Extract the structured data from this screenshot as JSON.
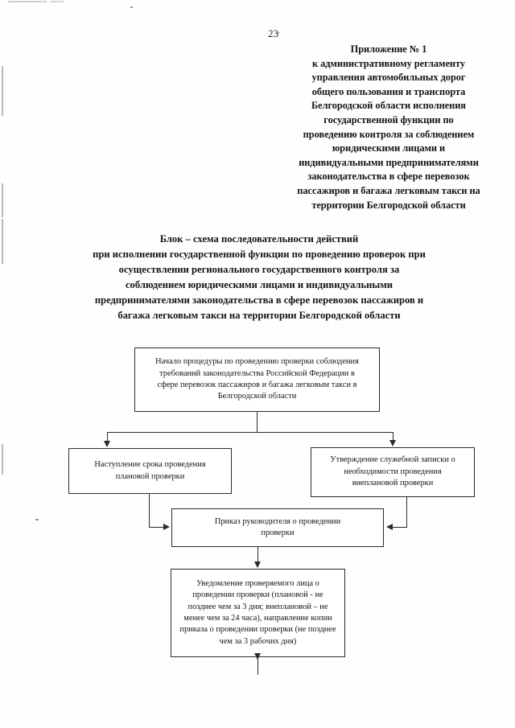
{
  "document": {
    "page_number": "23",
    "appendix_header": [
      "Приложение № 1",
      "к административному регламенту",
      "управления автомобильных дорог",
      "общего пользования и транспорта",
      "Белгородской области исполнения",
      "государственной функции по",
      "проведению контроля за соблюдением",
      "юридическими лицами и",
      "индивидуальными предпринимателями",
      "законодательства в сфере перевозок",
      "пассажиров и багажа легковым такси на",
      "территории Белгородской области"
    ],
    "title": [
      "Блок – схема последовательности действий",
      "при исполнении государственной функции по проведению проверок при",
      "осуществлении регионального государственного контроля за",
      "соблюдением юридическими лицами и индивидуальными",
      "предпринимателями законодательства в сфере перевозок пассажиров и",
      "багажа легковым такси на территории Белгородской области"
    ]
  },
  "flowchart": {
    "type": "flowchart",
    "nodes": [
      {
        "id": "start",
        "name": "start-of-procedure",
        "lines": [
          "Начало процедуры по проведению проверки соблюдения",
          "требований законодательства Российской Федерации в",
          "сфере перевозок пассажиров и багажа легковым такси в",
          "Белгородской области"
        ]
      },
      {
        "id": "planned",
        "name": "planned-inspection-due-date",
        "lines": [
          "Наступление срока  проведения",
          "плановой проверки"
        ]
      },
      {
        "id": "unplanned",
        "name": "unplanned-inspection-memo-approval",
        "lines": [
          "Утверждение служебной записки о",
          "необходимости проведения",
          "внеплановой проверки"
        ]
      },
      {
        "id": "order",
        "name": "head-order-on-inspection",
        "lines": [
          "Приказ руководителя о проведении",
          "проверки"
        ]
      },
      {
        "id": "notice",
        "name": "notification-of-inspected-person",
        "lines": [
          "Уведомление проверяемого лица о",
          "проведении проверки (плановой - не",
          "позднее чем за 3 дня; внеплановой – не",
          "менее чем за 24 часа), направление копии",
          "приказа о проведении проверки (не позднее",
          "чем за 3 рабочих дня)"
        ]
      }
    ],
    "edges": [
      {
        "from": "start",
        "to": "planned"
      },
      {
        "from": "start",
        "to": "unplanned"
      },
      {
        "from": "planned",
        "to": "order"
      },
      {
        "from": "unplanned",
        "to": "order"
      },
      {
        "from": "order",
        "to": "notice"
      },
      {
        "from": "notice",
        "to": "continues-below"
      }
    ]
  },
  "colors": {
    "ink": "#1a1a1a",
    "line": "#2b2b2b",
    "paper": "#fefefe"
  }
}
